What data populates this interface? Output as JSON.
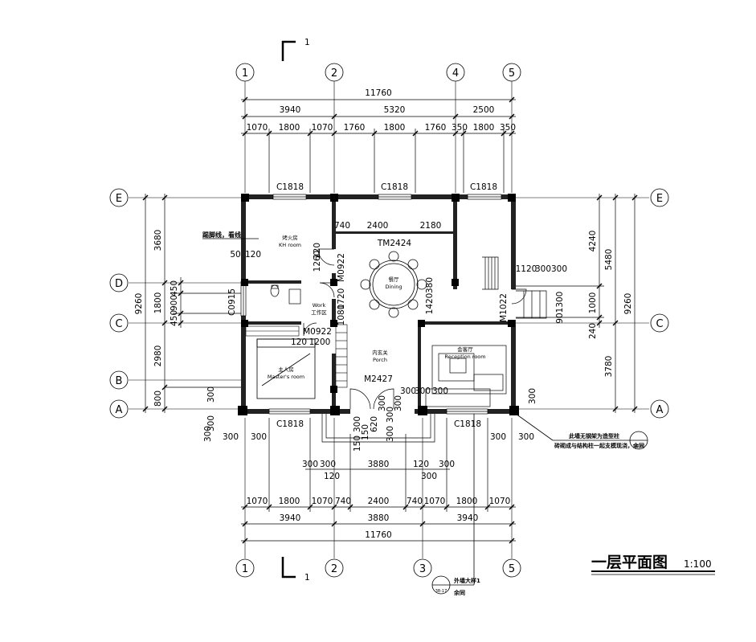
{
  "title": {
    "main": "一层平面图",
    "scale": "1:100"
  },
  "section_marks": {
    "top": "1",
    "bottom": "1"
  },
  "axes": {
    "vertical_top": [
      "1",
      "2",
      "4",
      "5"
    ],
    "vertical_bottom": [
      "1",
      "2",
      "3",
      "5"
    ],
    "horizontal": [
      "E",
      "D",
      "C",
      "B",
      "A"
    ]
  },
  "dims_top": {
    "total": "11760",
    "row2": [
      "3940",
      "5320",
      "2500"
    ],
    "row3": [
      "1070",
      "1800",
      "1070",
      "1760",
      "1800",
      "1760",
      "350",
      "1800",
      "350"
    ]
  },
  "dims_bottom": {
    "row1": [
      "1070",
      "1800",
      "1070",
      "740",
      "2400",
      "740",
      "1070",
      "1800",
      "1070"
    ],
    "row2": [
      "3940",
      "3880",
      "3940"
    ],
    "total": "11760",
    "porch": [
      "300",
      "300",
      "3880",
      "120",
      "300",
      "120",
      "300"
    ]
  },
  "dims_left": {
    "total": "9260",
    "row2": [
      "3680",
      "1800",
      "2980",
      "800"
    ],
    "row3": [
      "450",
      "900",
      "450"
    ],
    "corner": [
      "300",
      "300",
      "300",
      "300"
    ]
  },
  "dims_right": {
    "total": "9260",
    "row2": [
      "5480",
      "3780"
    ],
    "row3": [
      "4240",
      "1000",
      "240"
    ],
    "corner": [
      "300",
      "300",
      "300"
    ]
  },
  "openings": {
    "windows": [
      "C1818",
      "C1818",
      "C1818",
      "C1818",
      "C1818",
      "C0915"
    ],
    "doors": [
      "TM2424",
      "M0922",
      "M0922",
      "M1022",
      "M2427"
    ]
  },
  "inner_dims": [
    "740",
    "2400",
    "2180",
    "1260",
    "120",
    "50",
    "120",
    "1720",
    "1080",
    "1420",
    "380",
    "1120",
    "300",
    "300",
    "90",
    "1300",
    "120",
    "1200",
    "300",
    "300",
    "620",
    "300",
    "300",
    "150",
    "300",
    "150",
    "300",
    "300",
    "300",
    "300"
  ],
  "rooms": [
    {
      "cn": "烤火房",
      "en": "KH room"
    },
    {
      "cn": "餐厅",
      "en": "Dining"
    },
    {
      "cn": "内玄关",
      "en": "Porch"
    },
    {
      "cn": "主人房",
      "en": "Master's room"
    },
    {
      "cn": "会客厅",
      "en": "Reception room"
    },
    {
      "cn": "工作区",
      "en": "Work"
    }
  ],
  "notes": {
    "skirting": "踢脚线，看线",
    "right_note_1": "此墙无钢架为造型柱",
    "right_note_2": "砖砌成与结构柱一起支模现浇，余同",
    "right_note_ref": "38-17",
    "bottom_note_1": "外墙大样1",
    "bottom_note_2": "余同",
    "bottom_note_ref": "38-17"
  }
}
